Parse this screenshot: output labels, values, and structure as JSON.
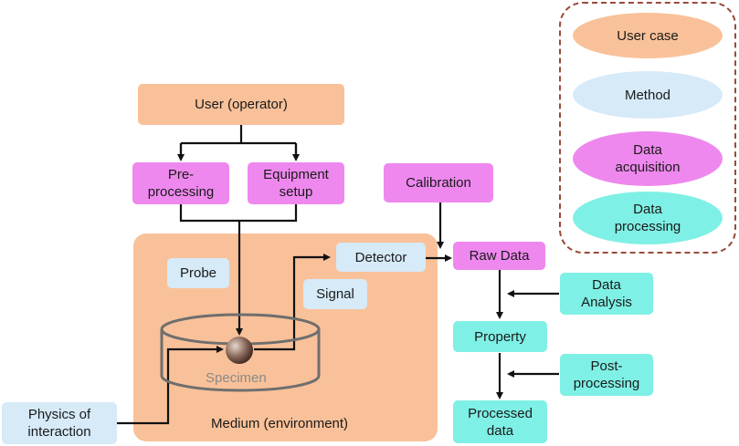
{
  "legend": {
    "user_case": "User case",
    "method": "Method",
    "data_acquisition": "Data\nacquisition",
    "data_processing": "Data\nprocessing"
  },
  "nodes": {
    "user_operator": "User (operator)",
    "pre_processing": "Pre-\nprocessing",
    "equipment_setup": "Equipment\nsetup",
    "calibration": "Calibration",
    "detector": "Detector",
    "raw_data": "Raw Data",
    "probe": "Probe",
    "signal": "Signal",
    "specimen": "Specimen",
    "medium": "Medium (environment)",
    "physics": "Physics of\ninteraction",
    "data_analysis": "Data\nAnalysis",
    "property": "Property",
    "post_processing": "Post-\nprocessing",
    "processed_data": "Processed\ndata"
  },
  "colors": {
    "user_case": "#f9c199",
    "method": "#d6eaf8",
    "data_acquisition": "#ee88ee",
    "data_processing": "#7ff0e5"
  }
}
